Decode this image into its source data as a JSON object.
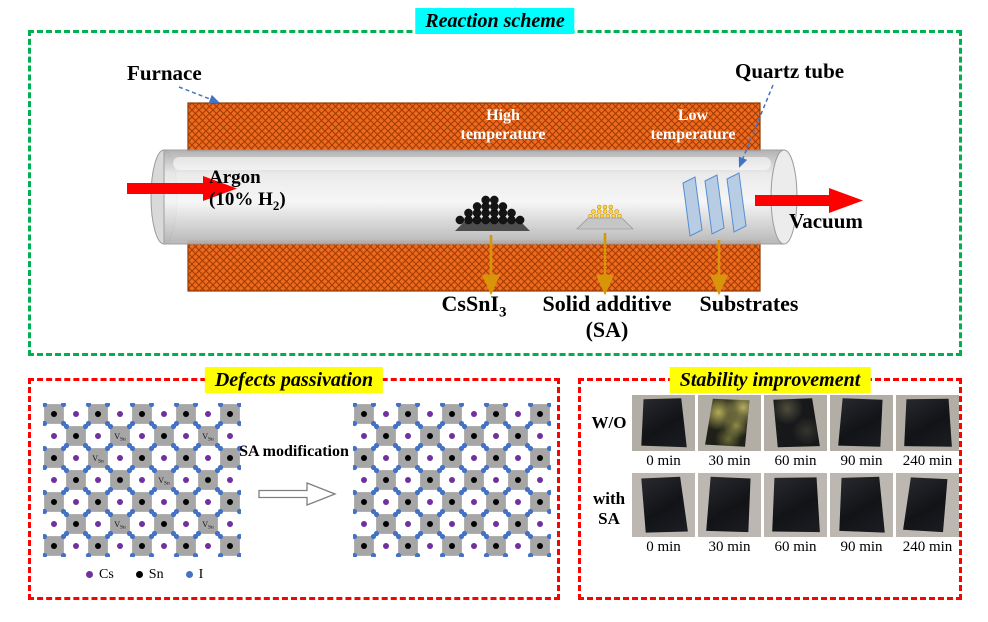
{
  "reaction": {
    "title": "Reaction scheme",
    "furnace_label": "Furnace",
    "quartz_label": "Quartz tube",
    "argon": {
      "line1": "Argon",
      "line2_a": "(10% H",
      "line2_sub": "2",
      "line2_b": ")"
    },
    "high_temp": "High temperature",
    "low_temp": "Low temperature",
    "vacuum": "Vacuum",
    "cssni3": {
      "base": "CsSnI",
      "sub": "3"
    },
    "solid_additive_line1": "Solid additive",
    "solid_additive_line2": "(SA)",
    "substrates": "Substrates"
  },
  "defects": {
    "title": "Defects passivation",
    "arrow_label": "SA modification",
    "vacancy": {
      "base": "V",
      "sub": "Sn"
    },
    "legend": [
      {
        "label": "Cs",
        "color": "#7030a0"
      },
      {
        "label": "Sn",
        "color": "#000000"
      },
      {
        "label": "I",
        "color": "#4472c4"
      }
    ],
    "lattice": {
      "cols": 9,
      "rows": 7,
      "atom_colors": {
        "cs": "#7030a0",
        "sn": "#000000",
        "i": "#4472c4",
        "square": "#a6a6a6"
      },
      "left_vacancies": [
        [
          3,
          1
        ],
        [
          7,
          1
        ],
        [
          2,
          2
        ],
        [
          5,
          3
        ],
        [
          3,
          5
        ],
        [
          7,
          5
        ]
      ],
      "right_vacancies": []
    }
  },
  "stability": {
    "title": "Stability improvement",
    "rows": [
      {
        "label": "W/O",
        "times": [
          "0 min",
          "30 min",
          "60 min",
          "90 min",
          "240 min"
        ],
        "sample_states": [
          "dark",
          "degraded",
          "slight",
          "dark",
          "dark"
        ]
      },
      {
        "label": "with SA",
        "times": [
          "0 min",
          "30 min",
          "60 min",
          "90 min",
          "240 min"
        ],
        "sample_states": [
          "dark",
          "dark",
          "dark",
          "dark",
          "dark"
        ]
      }
    ]
  },
  "colors": {
    "reaction_border": "#00b050",
    "bottom_border": "#fe0000",
    "title_cyan": "#00ffff",
    "title_yellow": "#ffff00",
    "furnace_orange": "#ed6a1f",
    "furnace_hatch": "#a33b00",
    "inlet_outlet_arrow_red": "#fe0000",
    "pointer_arrow_orange": "#d9950a",
    "pointer_arrow_blue": "#4472c4",
    "substrate_blue": "#b8cce4"
  }
}
